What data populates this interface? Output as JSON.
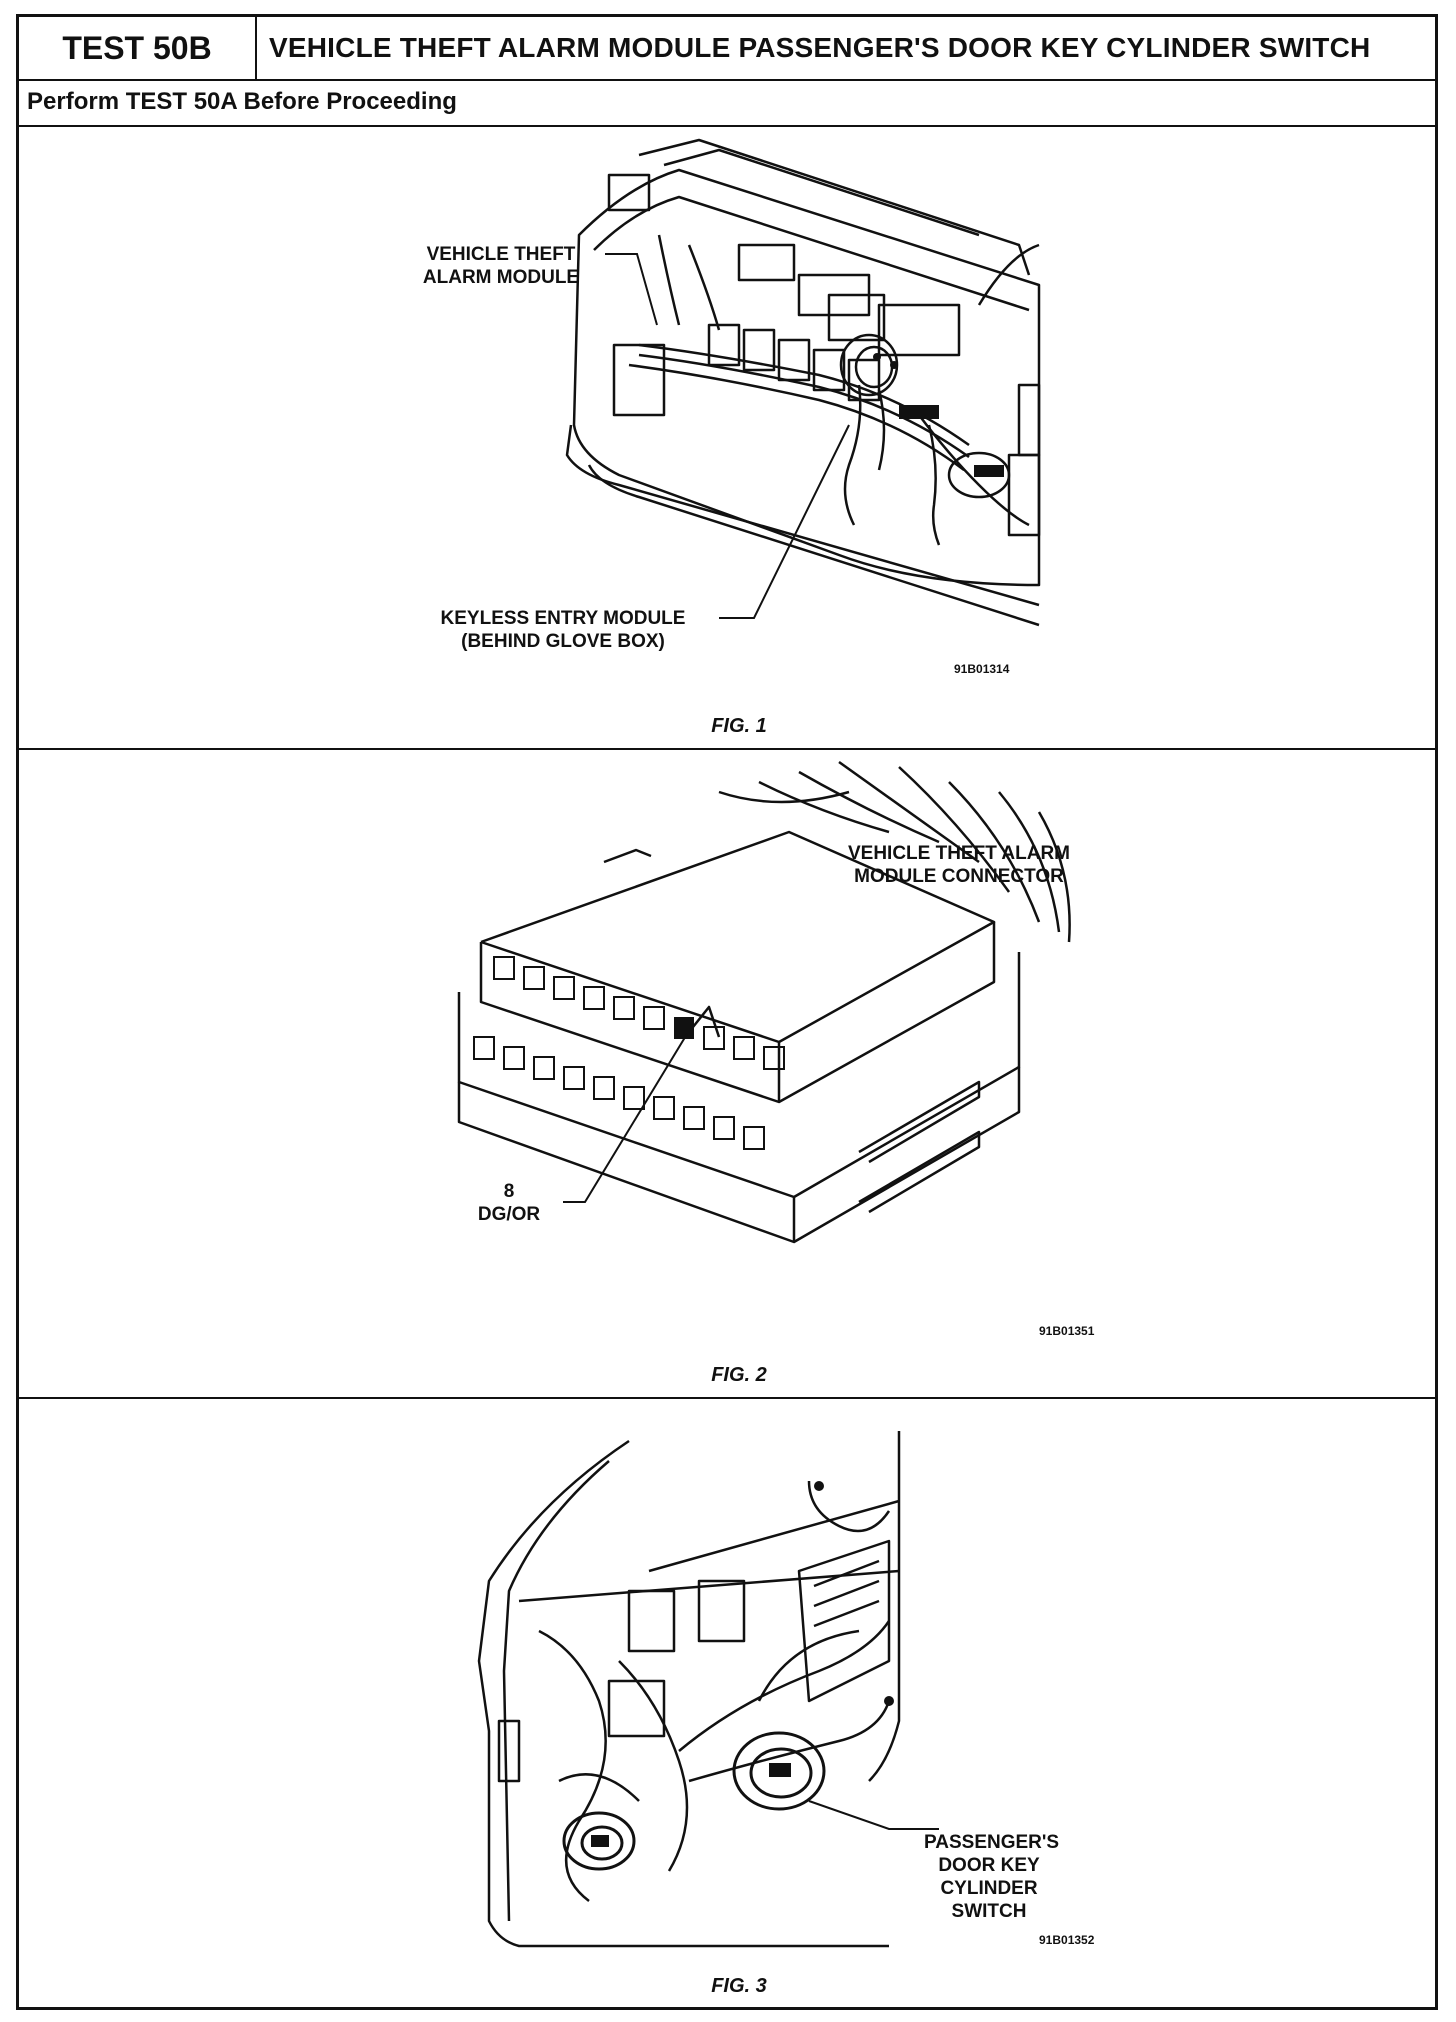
{
  "header": {
    "test_id": "TEST 50B",
    "title": "VEHICLE THEFT ALARM MODULE PASSENGER'S DOOR KEY CYLINDER SWITCH"
  },
  "subheader": "Perform TEST 50A Before Proceeding",
  "figures": [
    {
      "caption": "FIG. 1",
      "code": "91B01314",
      "labels": {
        "module_line1": "VEHICLE THEFT",
        "module_line2": "ALARM MODULE",
        "keyless_line1": "KEYLESS ENTRY MODULE",
        "keyless_line2": "(BEHIND GLOVE BOX)"
      }
    },
    {
      "caption": "FIG. 2",
      "code": "91B01351",
      "labels": {
        "connector_line1": "VEHICLE THEFT ALARM",
        "connector_line2": "MODULE CONNECTOR",
        "pin_number": "8",
        "pin_color": "DG/OR"
      }
    },
    {
      "caption": "FIG. 3",
      "code": "91B01352",
      "labels": {
        "switch_line1": "PASSENGER'S",
        "switch_line2": "DOOR KEY",
        "switch_line3": "CYLINDER",
        "switch_line4": "SWITCH"
      }
    }
  ]
}
